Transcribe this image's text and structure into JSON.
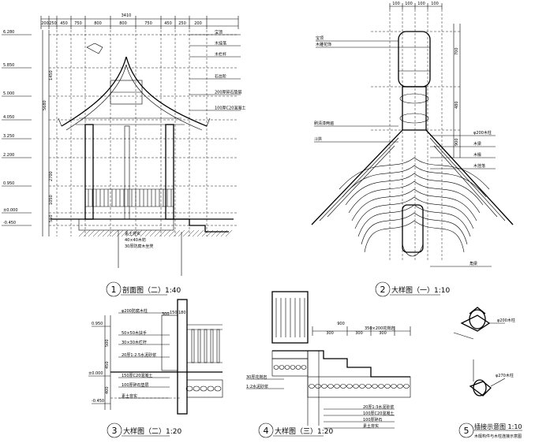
{
  "drawing_title": "",
  "panels": [
    {
      "id": "p1",
      "number": "1",
      "title": "剖面图（二）1:40"
    },
    {
      "id": "p2",
      "number": "2",
      "title": "大样图（一）1:10"
    },
    {
      "id": "p3",
      "number": "3",
      "title": "大样图（二）1:20"
    },
    {
      "id": "p4",
      "number": "4",
      "title": "大样图（三）1:20"
    },
    {
      "id": "p5",
      "number": "5",
      "title": "插接示意图 1:10",
      "subtitle": "木檩构件与木柱连接示意图"
    }
  ],
  "section": {
    "elevations": [
      "6.280",
      "5.850",
      "5.000",
      "4.050",
      "3.250",
      "2.200",
      "0.950",
      "±0.000",
      "-0.450"
    ],
    "top_dims": [
      "3410",
      "200",
      "250",
      "450",
      "750",
      "800",
      "800",
      "750",
      "450",
      "250",
      "200"
    ],
    "left_dims": [
      "5680",
      "2700",
      "1450",
      "1050",
      "550"
    ],
    "notes": [
      "宝顶",
      "木挂落",
      "木栏杆",
      "石台阶",
      "200厚碎石垫层",
      "100厚C20混凝土",
      "素土夯实",
      "40×40木枋",
      "30厚防腐木坐凳"
    ]
  },
  "detail1": {
    "top_dims": [
      "100",
      "100",
      "100",
      "100"
    ],
    "right_dims": [
      "700",
      "480",
      "900"
    ],
    "notes": [
      "宝顶",
      "木雕花饰",
      "刷清漆两遍",
      "斗拱",
      "φ200木柱",
      "木梁",
      "木椽",
      "木挂落",
      "角梁"
    ]
  },
  "detail2": {
    "elevations": [
      "0.950",
      "±0.000",
      "-0.450"
    ],
    "dims": [
      "500",
      "400",
      "450",
      "300",
      "150",
      "180"
    ],
    "notes": [
      "φ200防腐木柱",
      "50×50木扶手",
      "30×30木栏杆",
      "20厚1:2.5水泥砂浆",
      "150厚C20混凝土",
      "100厚碎石垫层",
      "素土夯实"
    ]
  },
  "detail3": {
    "dims": [
      "900",
      "300",
      "300",
      "300"
    ],
    "notes": [
      "350×200花岗岩",
      "20厚1:3水泥砂浆",
      "100厚C20混凝土",
      "100厚碎石",
      "素土夯实",
      "30厚花岗岩",
      "1:2水泥砂浆"
    ]
  },
  "detail5": {
    "notes": [
      "φ200木柱",
      "φ270木柱"
    ]
  }
}
